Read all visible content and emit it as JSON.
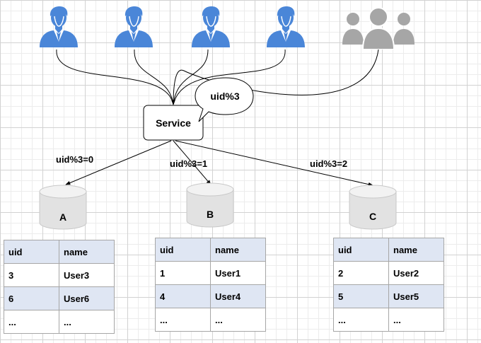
{
  "colors": {
    "user_icon": "#4a86d8",
    "group_icon": "#a6a6a6",
    "row_alt": "#dfe6f3",
    "grid": "#d2d2d2"
  },
  "service": {
    "label": "Service"
  },
  "callout": {
    "text": "uid%3"
  },
  "routes": [
    {
      "label": "uid%3=0"
    },
    {
      "label": "uid%3=1"
    },
    {
      "label": "uid%3=2"
    }
  ],
  "databases": [
    {
      "label": "A"
    },
    {
      "label": "B"
    },
    {
      "label": "C"
    }
  ],
  "tables": [
    {
      "headers": [
        "uid",
        "name"
      ],
      "rows": [
        [
          "3",
          "User3"
        ],
        [
          "6",
          "User6"
        ],
        [
          "...",
          "..."
        ]
      ]
    },
    {
      "headers": [
        "uid",
        "name"
      ],
      "rows": [
        [
          "1",
          "User1"
        ],
        [
          "4",
          "User4"
        ],
        [
          "...",
          "..."
        ]
      ]
    },
    {
      "headers": [
        "uid",
        "name"
      ],
      "rows": [
        [
          "2",
          "User2"
        ],
        [
          "5",
          "User5"
        ],
        [
          "...",
          "..."
        ]
      ]
    }
  ]
}
